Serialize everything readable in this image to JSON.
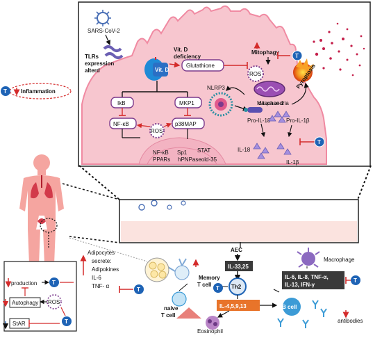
{
  "cell_panel": {
    "virus": "SARS-CoV-2",
    "tlrs": [
      "TLRs",
      "expression",
      "alterd"
    ],
    "vitd_deficiency": [
      "Vit. D",
      "deficiency"
    ],
    "vitd_receptor": "Vit. D",
    "glutathione": "Glutathione",
    "mitophagy": "Mitophagy",
    "ros": "ROS",
    "pyroptosis": "Pyroptosis",
    "nlrp3": "NLRP3",
    "mitochondria": "Mitochondria",
    "ikb": "IkB",
    "mkp1": "MKP1",
    "nfkb": "NF-κB",
    "p38": "p38MAP",
    "caspase": "caspase-1",
    "pro_il18": "Pro-IL-18",
    "pro_il1b": "Pro-IL-1β",
    "il18": "IL-18",
    "il1b": "IL-1β",
    "nucleus_nfkb": "NF-κB",
    "nucleus_sp1": "Sp1",
    "nucleus_stat": "STAT",
    "nucleus_ppars": "PPARs",
    "nucleus_hpn": "hPNPaseold-35"
  },
  "inflammation": "Inflammation",
  "t_badge": "T",
  "airway": {
    "aec": "AEC",
    "il3325": "IL-33,25",
    "th2": "Th2",
    "il4": "IL-4,5,9,13",
    "macrophage": "Macrophage",
    "cytokines": [
      "IL-6, IL-8, TNF-α,",
      "IL-13, IFN-γ"
    ],
    "b_cell": "B cell",
    "antibodies": "antibodies",
    "eosinophil": "Eosinophil",
    "memory": [
      "Memory",
      "T cell"
    ],
    "naive": [
      "naive",
      "T cell"
    ]
  },
  "adipose": {
    "lines": [
      "Adipocytes",
      "secrete:",
      "Adipokines",
      "IL-6",
      "TNF- α"
    ]
  },
  "steroid": {
    "production": "production",
    "autophagy": "Autophagy",
    "ros": "ROS",
    "star": "StAR"
  },
  "colors": {
    "cell": "#f7c6cf",
    "membrane": "#f3a3b4",
    "purple": "#7b3a8c",
    "red": "#d42b2b",
    "tblue": "#1e63b5",
    "dark": "#333333",
    "orange": "#e8742a"
  }
}
